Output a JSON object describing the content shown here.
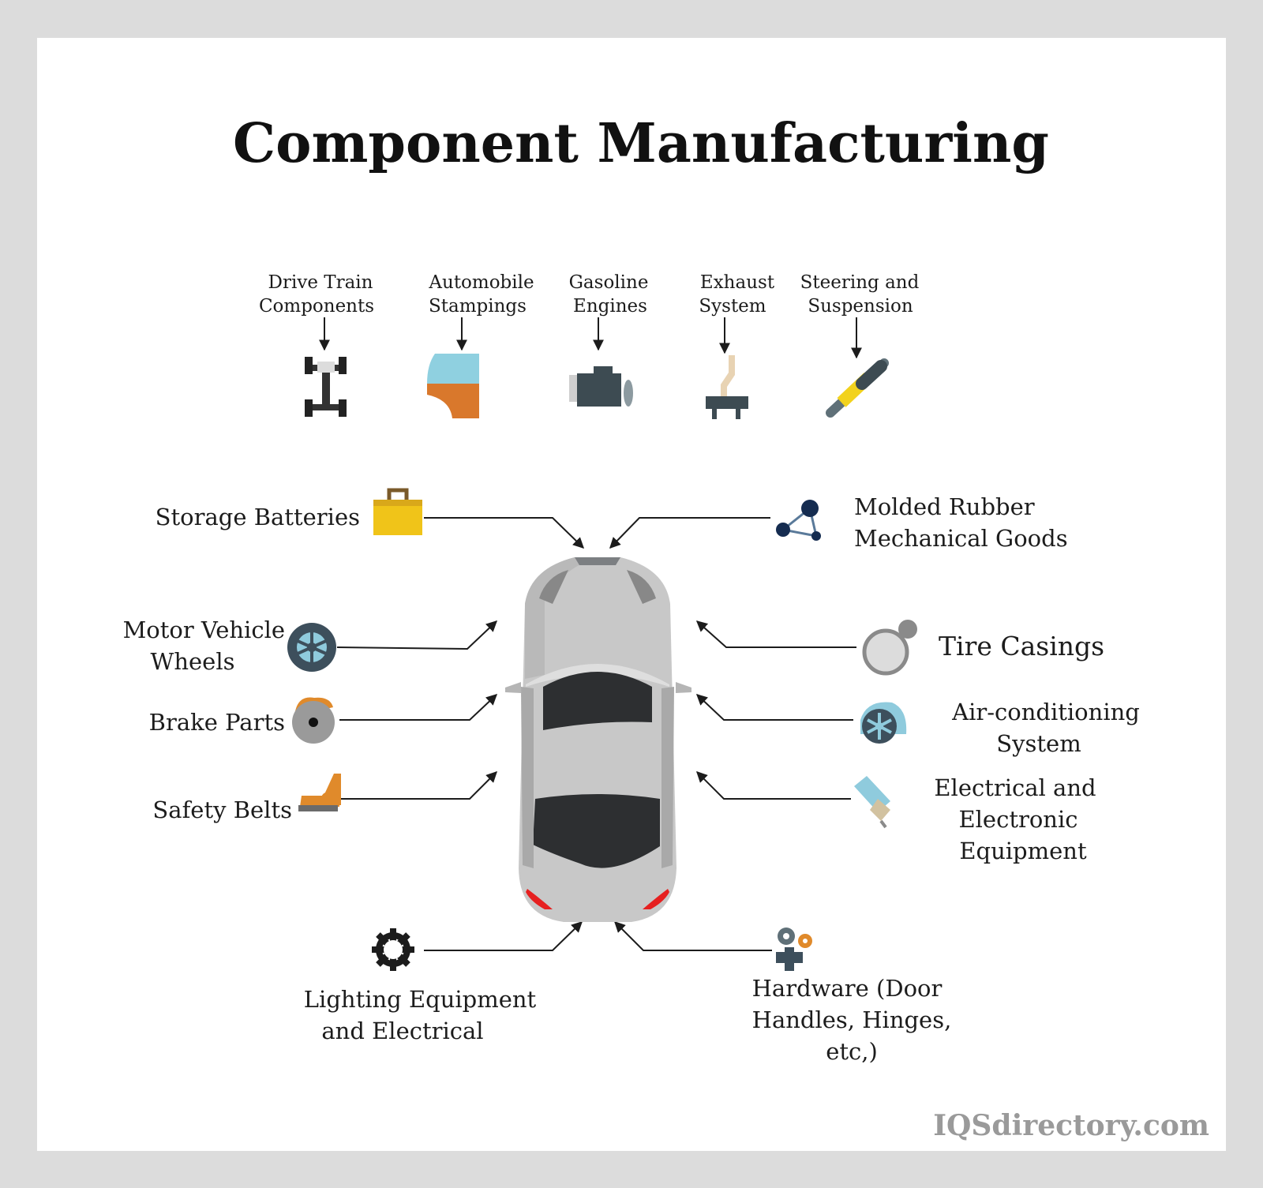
{
  "title": "Component Manufacturing",
  "top_items": [
    {
      "line1": "Drive Train",
      "line2": "Components",
      "icon": "drive-train-icon"
    },
    {
      "line1": "Automobile",
      "line2": "Stampings",
      "icon": "car-door-stamping-icon"
    },
    {
      "line1": "Gasoline",
      "line2": "Engines",
      "icon": "engine-icon"
    },
    {
      "line1": "Exhaust",
      "line2": "System",
      "icon": "exhaust-pipe-icon"
    },
    {
      "line1": "Steering and",
      "line2": "Suspension",
      "icon": "shock-absorber-icon"
    }
  ],
  "left_items": {
    "storage_batteries": "Storage Batteries",
    "wheels_1": "Motor Vehicle",
    "wheels_2": "Wheels",
    "brake_parts": "Brake Parts",
    "safety_belts": "Safety Belts"
  },
  "right_items": {
    "rubber_1": "Molded Rubber",
    "rubber_2": "Mechanical Goods",
    "tire_casings": "Tire Casings",
    "ac_1": "Air-conditioning",
    "ac_2": "System",
    "electrical_1": "Electrical and",
    "electrical_2": "Electronic",
    "electrical_3": "Equipment"
  },
  "bottom_items": {
    "lighting_1": "Lighting Equipment",
    "lighting_2": "and Electrical",
    "hardware_1": "Hardware (Door",
    "hardware_2": "Handles, Hinges,",
    "hardware_3": "etc,)"
  },
  "icons": [
    "battery-icon",
    "molded-rubber-icon",
    "wheel-icon",
    "tire-casing-icon",
    "brake-icon",
    "ac-fan-icon",
    "car-seat-icon",
    "electrical-plug-icon",
    "gear-icon",
    "hardware-gears-icon",
    "car-top-view-icon"
  ],
  "colors": {
    "background": "#dcdcdc",
    "card": "#ffffff",
    "text": "#1c1c1c",
    "car_body": "#c8c8c8",
    "battery": "#f0c419",
    "accent_orange": "#e08a2b",
    "steel_blue": "#3d4f5c",
    "watermark": "#9a9a9a"
  },
  "watermark": "IQSdirectory.com"
}
